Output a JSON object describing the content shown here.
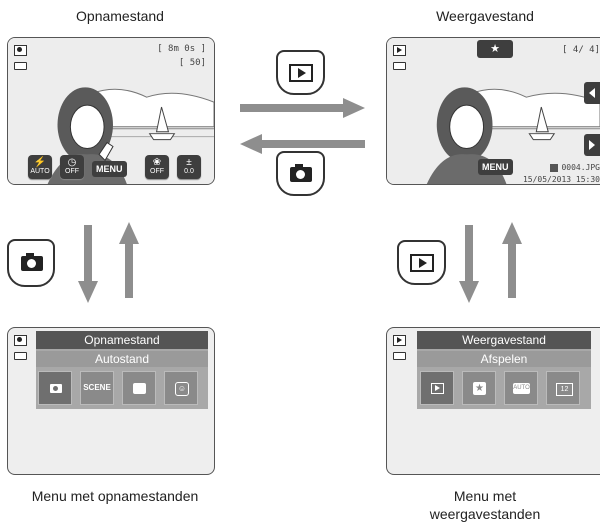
{
  "captions": {
    "shooting_mode": "Opnamestand",
    "playback_mode": "Weergavestand",
    "shooting_menu": "Menu met opnamestanden",
    "playback_menu_line1": "Menu met",
    "playback_menu_line2": "weergavestanden"
  },
  "shoot_screen": {
    "top_right_1": "[   8m 0s ]",
    "top_right_2": "[   50]",
    "buttons": [
      {
        "top": "⚡",
        "bot": "AUTO"
      },
      {
        "top": "◷",
        "bot": "OFF"
      },
      {
        "top": "❀",
        "bot": "OFF"
      },
      {
        "top": "±",
        "bot": "0.0"
      }
    ],
    "menu_label": "MENU"
  },
  "play_screen": {
    "star": "★",
    "counter": "[    4/   4]",
    "file": "0004.JPG",
    "datetime": "15/05/2013 15:30",
    "menu_label": "MENU"
  },
  "shoot_menu": {
    "title": "Opnamestand",
    "selected": "Autostand",
    "icons": [
      "camera-icon",
      "SCENE",
      "special-effects-icon",
      "smile-icon"
    ]
  },
  "play_menu": {
    "title": "Weergavestand",
    "selected": "Afspelen",
    "icons": [
      "play-icon",
      "favorites-icon",
      "AUTO",
      "12"
    ]
  },
  "colors": {
    "arrow": "#8e8e8e",
    "screen_bg": "#e9e9e9",
    "menu_header": "#555555",
    "menu_body": "#a8a8a8"
  }
}
